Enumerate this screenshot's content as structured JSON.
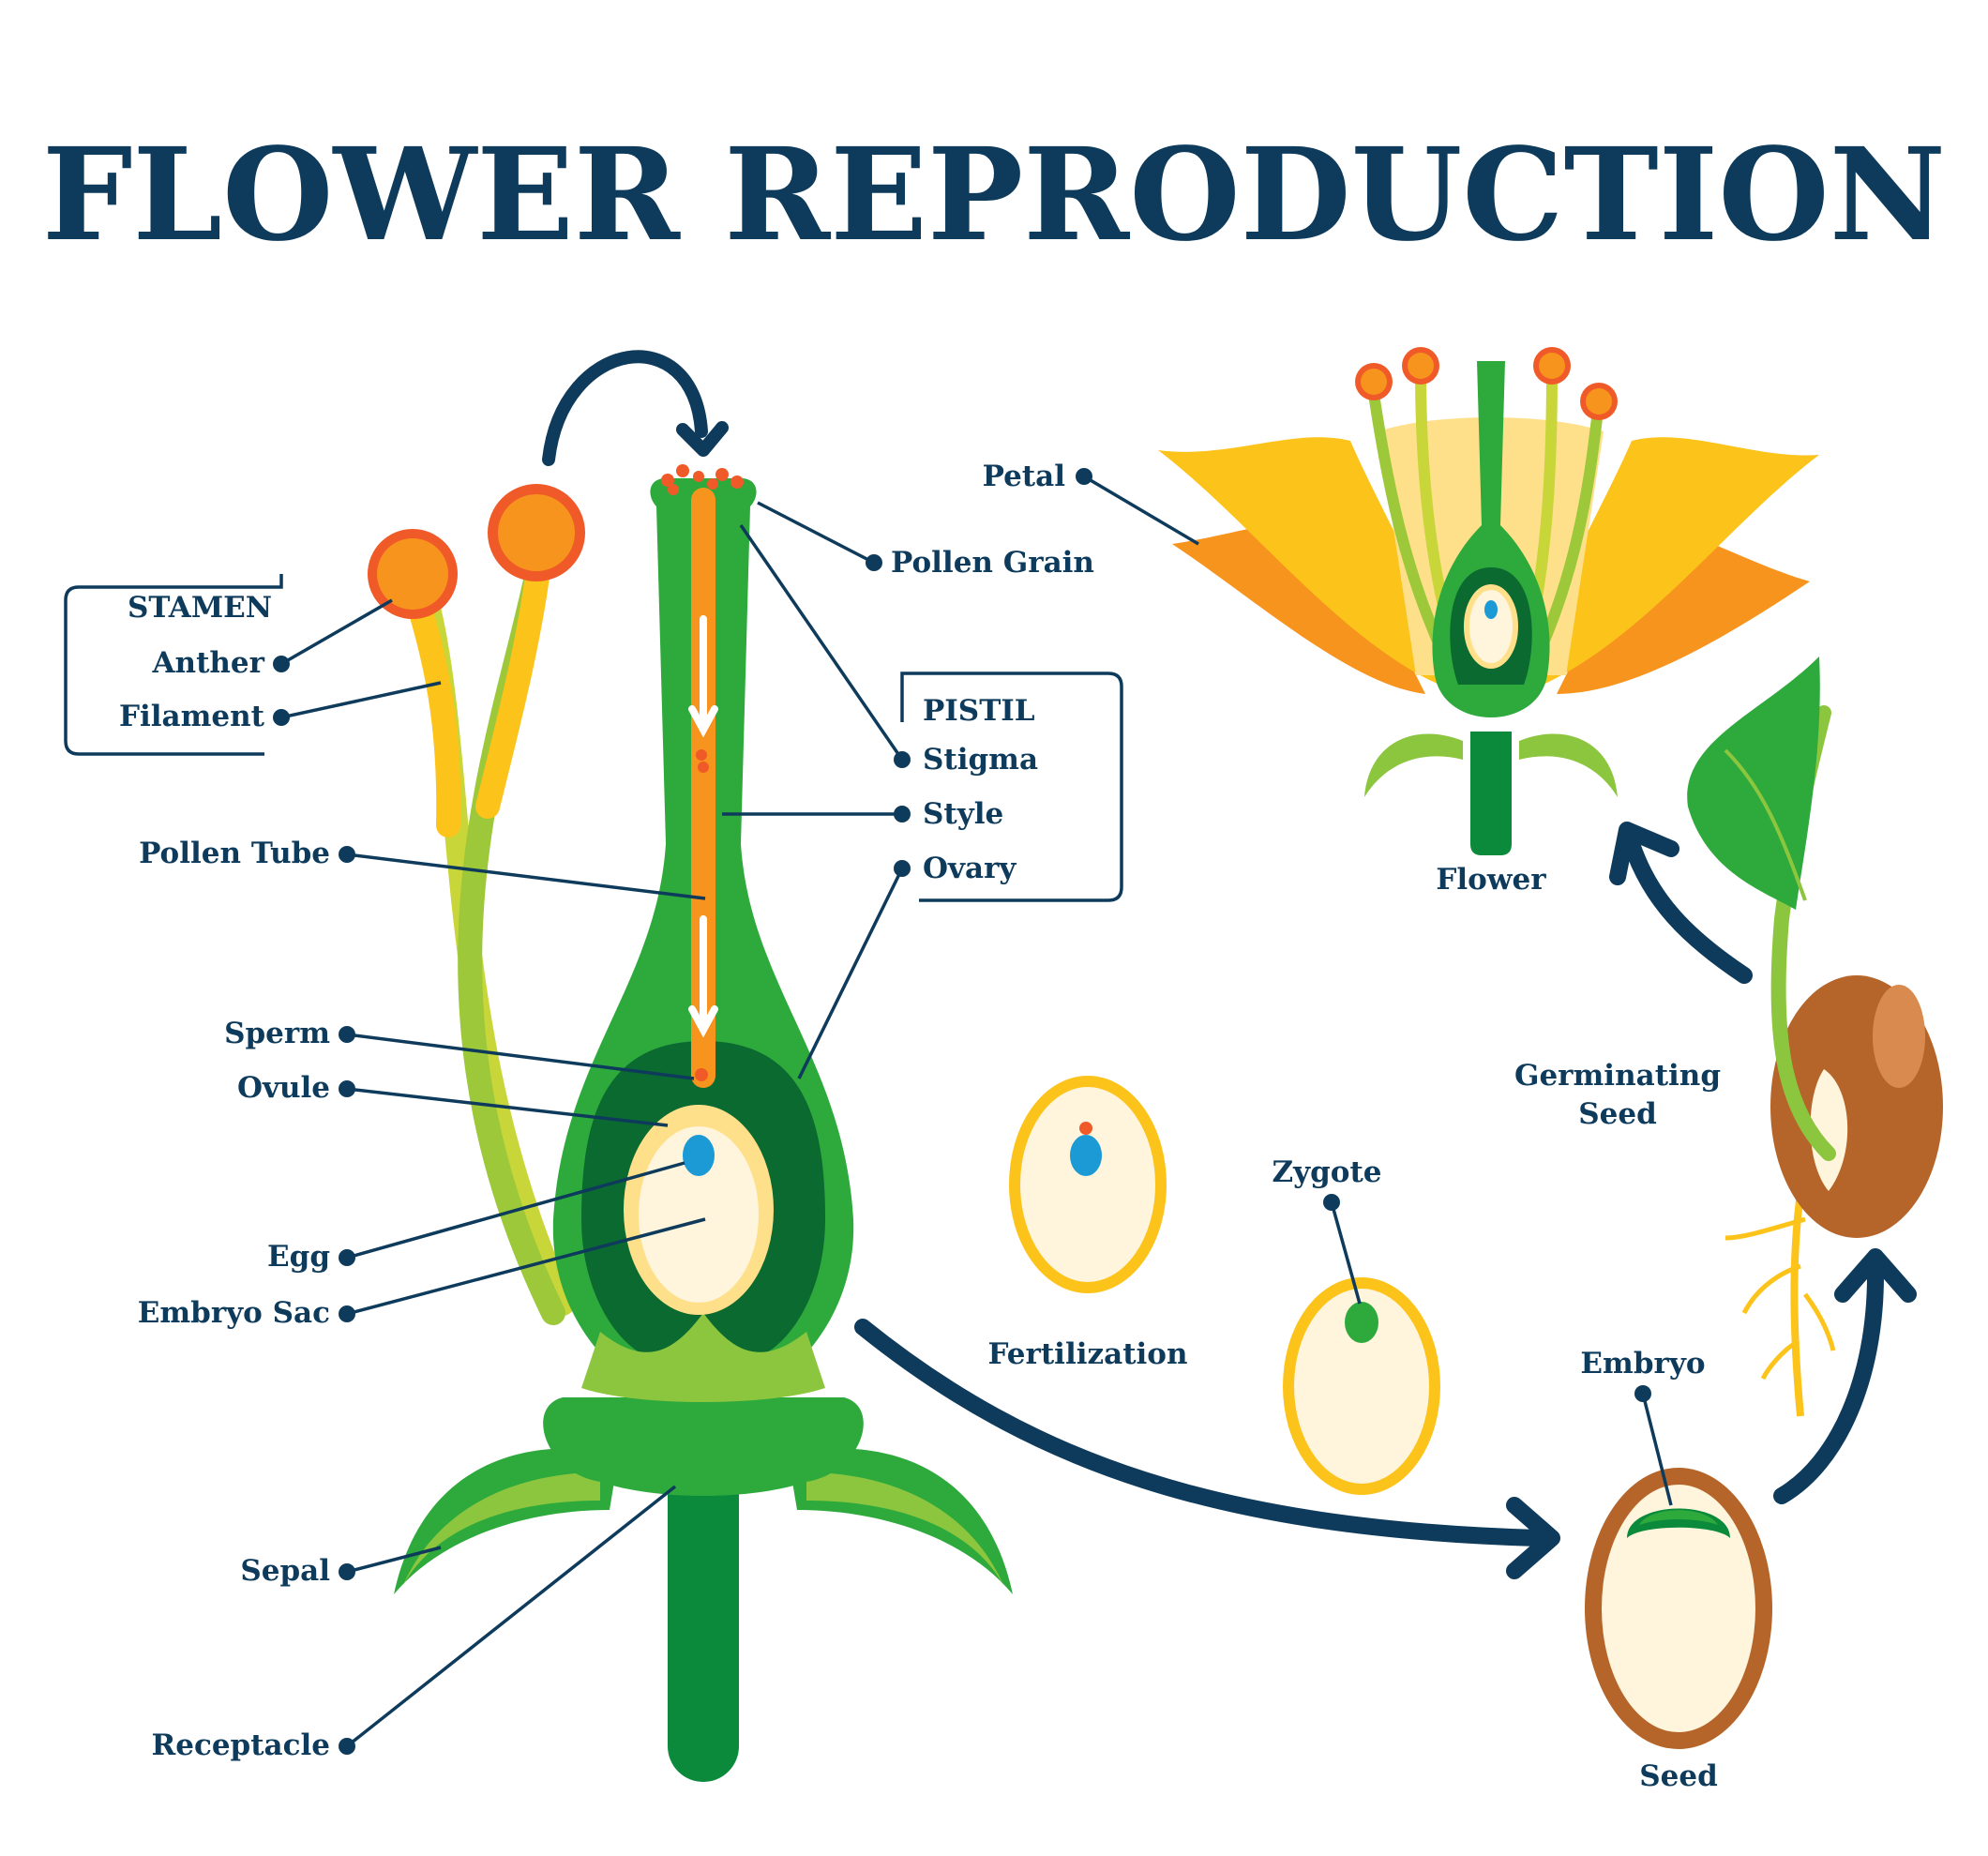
{
  "title": "FLOWER REPRODUCTION",
  "colors": {
    "navy": "#0e3b5c",
    "green_dark": "#0b8a3c",
    "green_mid": "#2eaa3c",
    "green_light": "#8cc63f",
    "yellow": "#fcc31a",
    "orange": "#f7941d",
    "pollen_red": "#f05a28",
    "cream": "#fff4dc",
    "egg_blue": "#1b9ad6",
    "seed_brown": "#b5652a"
  },
  "stamen_box": {
    "heading": "STAMEN",
    "anther": "Anther",
    "filament": "Filament"
  },
  "pistil_box": {
    "heading": "PISTIL",
    "stigma": "Stigma",
    "style": "Style",
    "ovary": "Ovary"
  },
  "labels": {
    "pollen_grain": "Pollen Grain",
    "pollen_tube": "Pollen Tube",
    "sperm": "Sperm",
    "ovule": "Ovule",
    "egg": "Egg",
    "embryo_sac": "Embryo Sac",
    "sepal": "Sepal",
    "receptacle": "Receptacle",
    "petal": "Petal",
    "flower": "Flower",
    "fertilization": "Fertilization",
    "zygote": "Zygote",
    "germinating_seed_line1": "Germinating",
    "germinating_seed_line2": "Seed",
    "embryo": "Embryo",
    "seed": "Seed"
  },
  "icons": [
    "curved-arrow-icon",
    "cycle-arrow-icon"
  ]
}
